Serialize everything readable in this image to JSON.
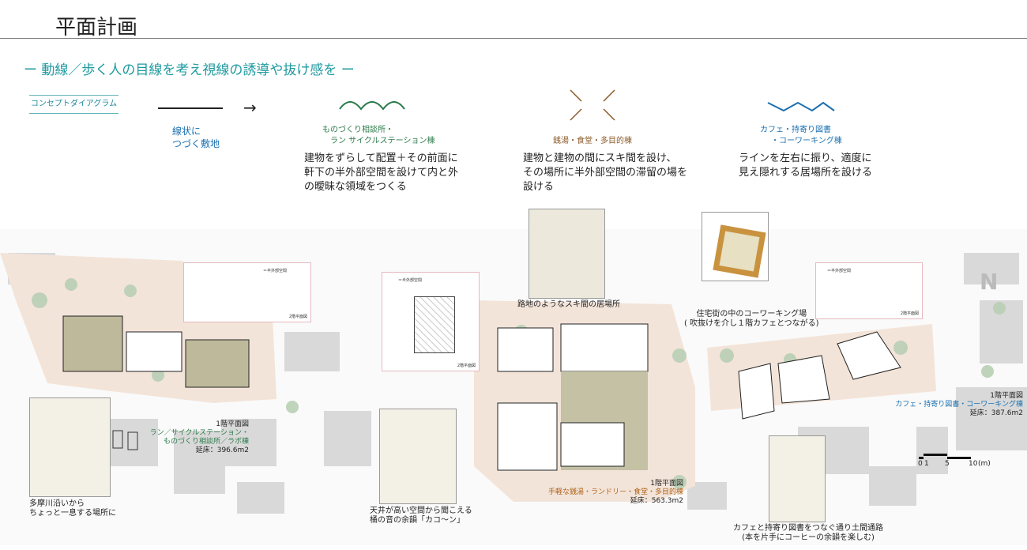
{
  "title": "平面計画",
  "subtitle": "ー 動線／歩く人の目線を考え視線の誘導や抜け感を ー",
  "concept": {
    "label": "コンセプトダイアグラム",
    "site": {
      "label_l1": "線状に",
      "label_l2": "つづく敷地"
    },
    "arrow": "→",
    "columns": [
      {
        "name_l1": "ものづくり相談所・",
        "name_l2": "ラン サイクルステーション棟",
        "color": "#2a7a4a",
        "text": [
          "建物をずらして配置＋その前面に",
          "軒下の半外部空間を設けて内と外",
          "の曖昧な領域をつくる"
        ]
      },
      {
        "name_l1": "銭湯・食堂・多目的棟",
        "name_l2": "",
        "color": "#8a5a2a",
        "text": [
          "建物と建物の間にスキ間を設け、",
          "その場所に半外部空間の滞留の場を",
          "設ける"
        ]
      },
      {
        "name_l1": "カフェ・持寄り図書",
        "name_l2": "・コーワーキング棟",
        "color": "#1a70b0",
        "text": [
          "ラインを左右に振り、適度に",
          "見え隠れする居場所を設ける"
        ]
      }
    ]
  },
  "plans": [
    {
      "floor": "1階平面図",
      "name_l1": "ラン／サイクルステーション・",
      "name_l2": "ものづくり相談所／ラボ棟",
      "area": "延床：396.6m2",
      "color": "#2a7a4a"
    },
    {
      "floor": "1階平面図",
      "name_l1": "手軽な銭湯・ランドリー・食堂・多目的棟",
      "name_l2": "",
      "area": "延床：563.3m2",
      "color": "#b0641a"
    },
    {
      "floor": "1階平面図",
      "name_l1": "カフェ・持寄り図書・コーワーキング棟",
      "name_l2": "",
      "area": "延床：387.6m2",
      "color": "#1a70b0"
    }
  ],
  "subplans": {
    "floor2": "2階平面図",
    "legend": "＝半外部空間"
  },
  "captions": [
    {
      "l1": "多摩川沿いから",
      "l2": "ちょっと一息する場所に"
    },
    {
      "l1": "天井が高い空間から聞こえる",
      "l2": "桶の音の余韻「カコ〜ン」"
    },
    {
      "l1": "路地のようなスキ間の居場所",
      "l2": ""
    },
    {
      "l1": "住宅街の中のコーワーキング場",
      "l2": "( 吹抜けを介し１階カフェとつながる)"
    },
    {
      "l1": "カフェと持寄り図書をつなぐ通り土間通路",
      "l2": "(本を片手にコーヒーの余韻を楽しむ)"
    }
  ],
  "scale": {
    "ticks": [
      "0",
      "1",
      "5",
      "10",
      "(m)"
    ]
  },
  "north": "N"
}
